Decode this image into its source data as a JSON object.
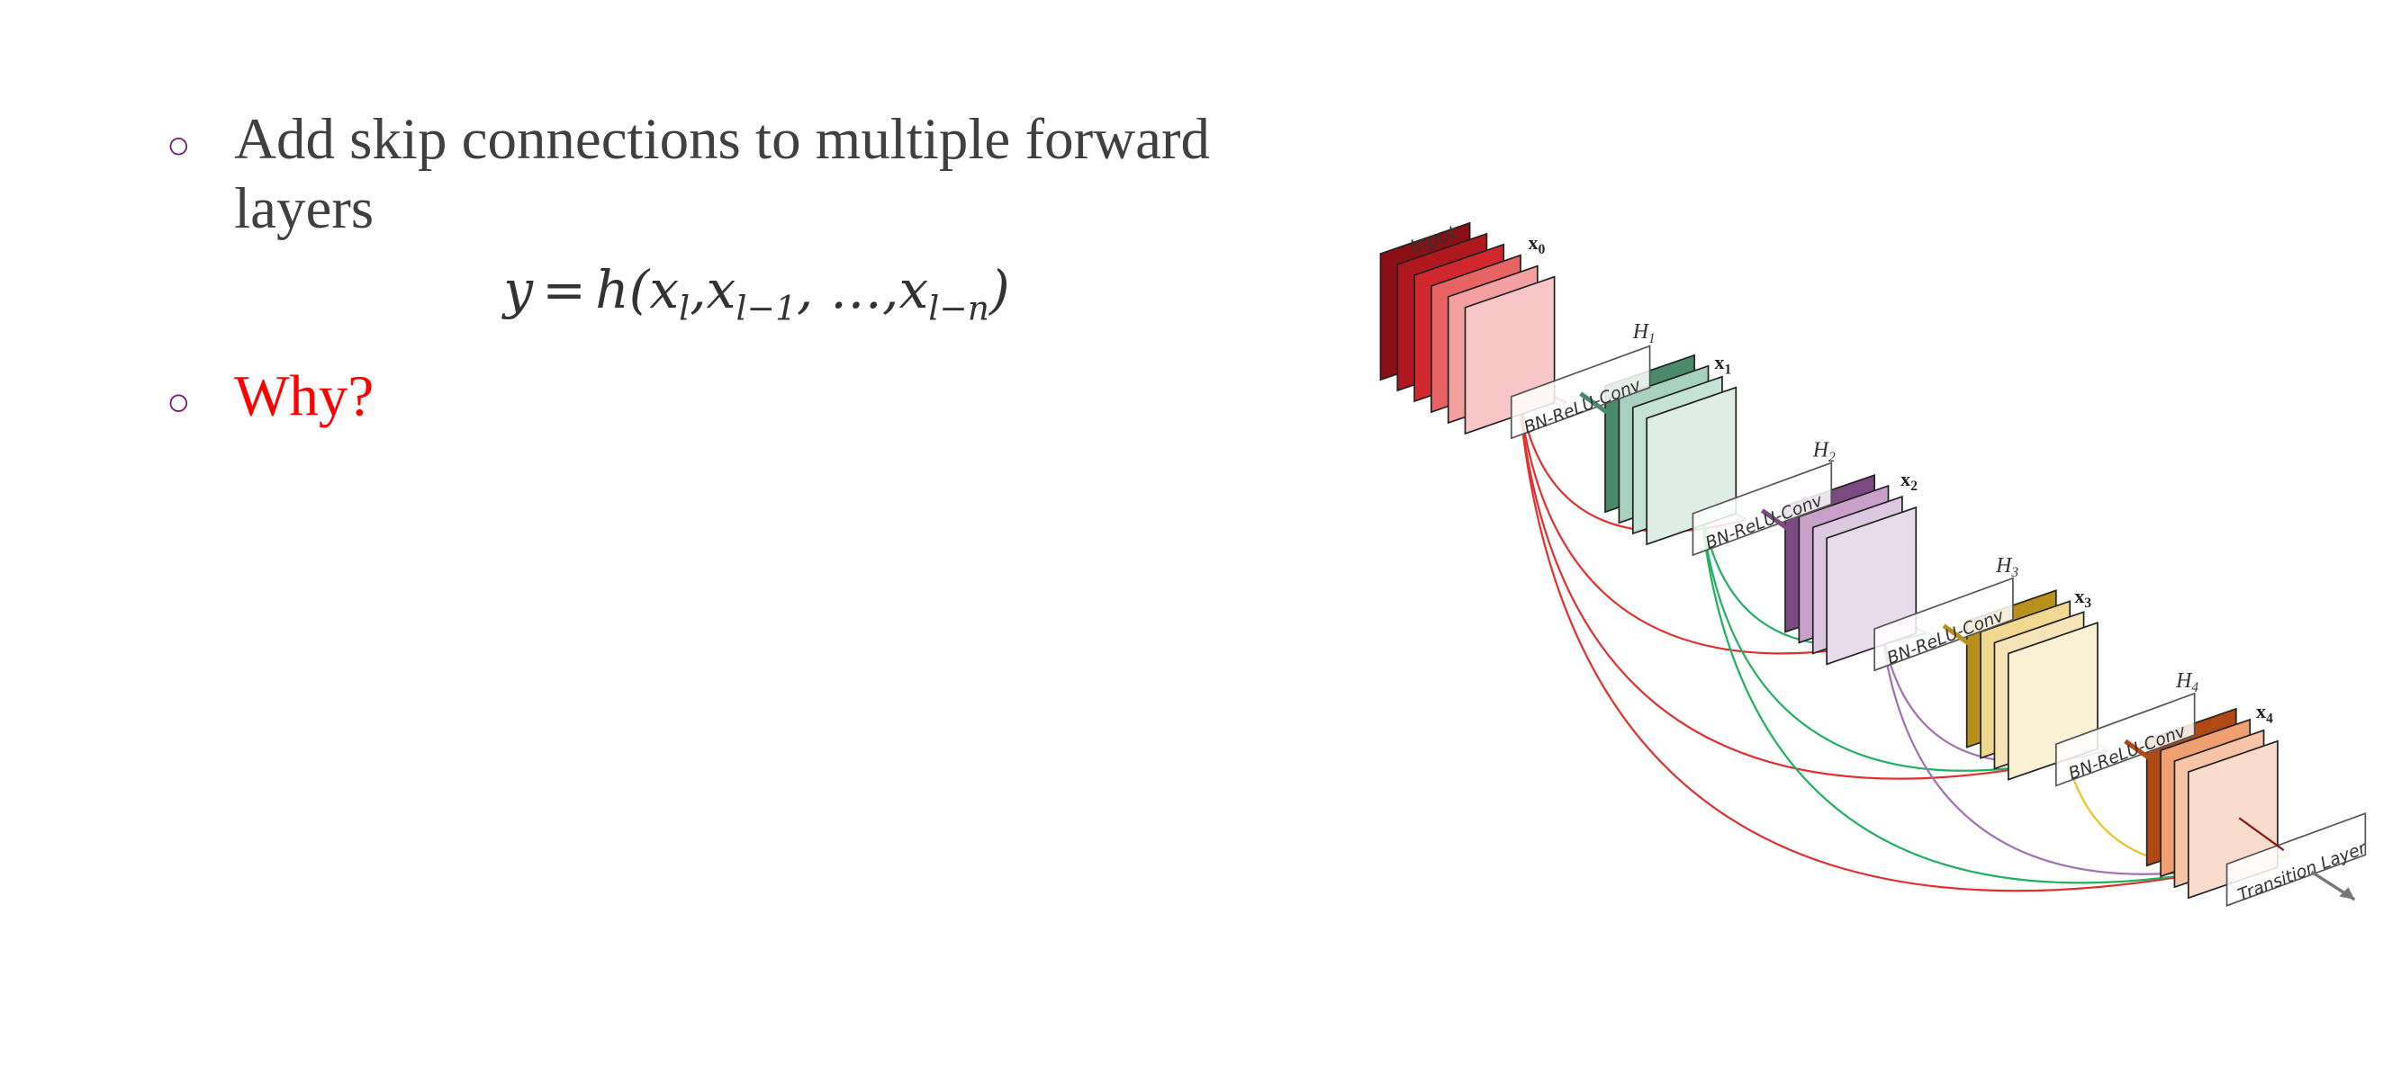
{
  "bullets": [
    {
      "line1": "Add skip connections to multiple forward",
      "line2": "layers",
      "color": "#404040"
    },
    {
      "text": "Why?",
      "color": "#ff0000"
    }
  ],
  "bullet_marker": "○",
  "bullet_color": "#7a1f6e",
  "equation": {
    "lhs": "y",
    "eq": "=",
    "fn": "h(",
    "x1": "x",
    "s1": "l",
    "c1": ",",
    "x2": "x",
    "s2": "l−1",
    "c2": ", …,",
    "x3": "x",
    "s3": "l−n",
    "close": ")"
  },
  "diagram": {
    "input_label": "Input",
    "x_labels": [
      {
        "x": "x",
        "sub": "0"
      },
      {
        "x": "x",
        "sub": "1"
      },
      {
        "x": "x",
        "sub": "2"
      },
      {
        "x": "x",
        "sub": "3"
      },
      {
        "x": "x",
        "sub": "4"
      }
    ],
    "h_labels": [
      {
        "h": "H",
        "sub": "1"
      },
      {
        "h": "H",
        "sub": "2"
      },
      {
        "h": "H",
        "sub": "3"
      },
      {
        "h": "H",
        "sub": "4"
      }
    ],
    "block_label": "BN-ReLU-Conv",
    "transition_label": "Transition Layer",
    "stacks": [
      {
        "name": "x0",
        "colors": [
          "#8b0f14",
          "#b01820",
          "#d0282e",
          "#e86464",
          "#f5a0a0",
          "#f8c6c6"
        ],
        "link": "#e03030"
      },
      {
        "name": "x1",
        "colors": [
          "#4a8a6a",
          "#a8d0c0",
          "#c4e2d6",
          "#deeee6"
        ],
        "link": "#20b060"
      },
      {
        "name": "x2",
        "colors": [
          "#7a4a80",
          "#c8a0c8",
          "#dcc8e0",
          "#e8dcec"
        ],
        "link": "#a070b0"
      },
      {
        "name": "x3",
        "colors": [
          "#b8901c",
          "#f0d890",
          "#f4e4b8",
          "#faf0d4"
        ],
        "link": "#f0c020"
      },
      {
        "name": "x4",
        "colors": [
          "#b04a14",
          "#f0a070",
          "#f8c4a8",
          "#fadccc"
        ],
        "link": "#8b1a1a"
      }
    ]
  }
}
